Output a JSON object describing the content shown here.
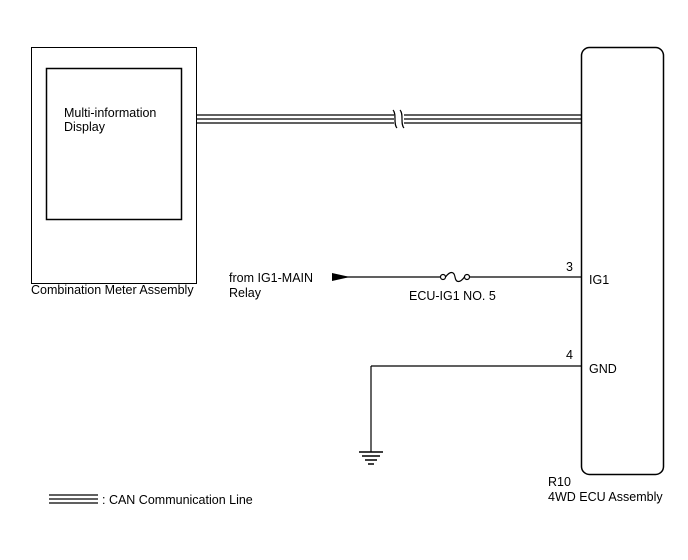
{
  "combination_meter": {
    "name": "Combination Meter Assembly",
    "display_label_line1": "Multi-information",
    "display_label_line2": "Display"
  },
  "ecu": {
    "connector": "R10",
    "name": "4WD ECU Assembly",
    "pins": [
      {
        "number": "3",
        "name": "IG1"
      },
      {
        "number": "4",
        "name": "GND"
      }
    ]
  },
  "power_source": {
    "line1": "from IG1-MAIN",
    "line2": "Relay"
  },
  "fuse": {
    "label": "ECU-IG1 NO. 5"
  },
  "legend": {
    "text": ": CAN Communication Line"
  },
  "icons": [
    "arrow-right-icon",
    "fuse-icon",
    "ground-icon",
    "wire-break-icon"
  ]
}
